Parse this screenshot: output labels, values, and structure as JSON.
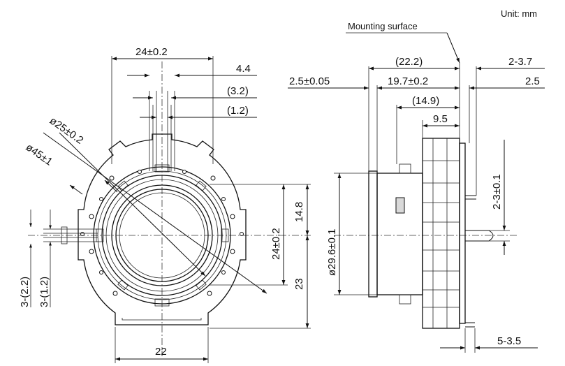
{
  "unit_label": "Unit: mm",
  "mounting_label": "Mounting surface",
  "front_view": {
    "dims": {
      "width_top": "24±0.2",
      "d4_4": "4.4",
      "d3_2": "(3.2)",
      "d1_2": "(1.2)",
      "dia25": "ø25±0.2",
      "dia45": "ø45±1",
      "h14_8": "14.8",
      "h24": "24±0.2",
      "h23": "23",
      "w22": "22",
      "left_2_2": "3-(2.2)",
      "left_1_2": "3-(1.2)"
    }
  },
  "side_view": {
    "dims": {
      "d22_2": "(22.2)",
      "d19_7": "19.7±0.2",
      "d14_9": "(14.9)",
      "d9_5": "9.5",
      "d2_5_005": "2.5±0.05",
      "d2_3_7": "2-3.7",
      "d2_5": "2.5",
      "d29_6": "ø29.6±0.1",
      "d2_3": "2-3±0.1",
      "d5_3_5": "5-3.5"
    }
  }
}
